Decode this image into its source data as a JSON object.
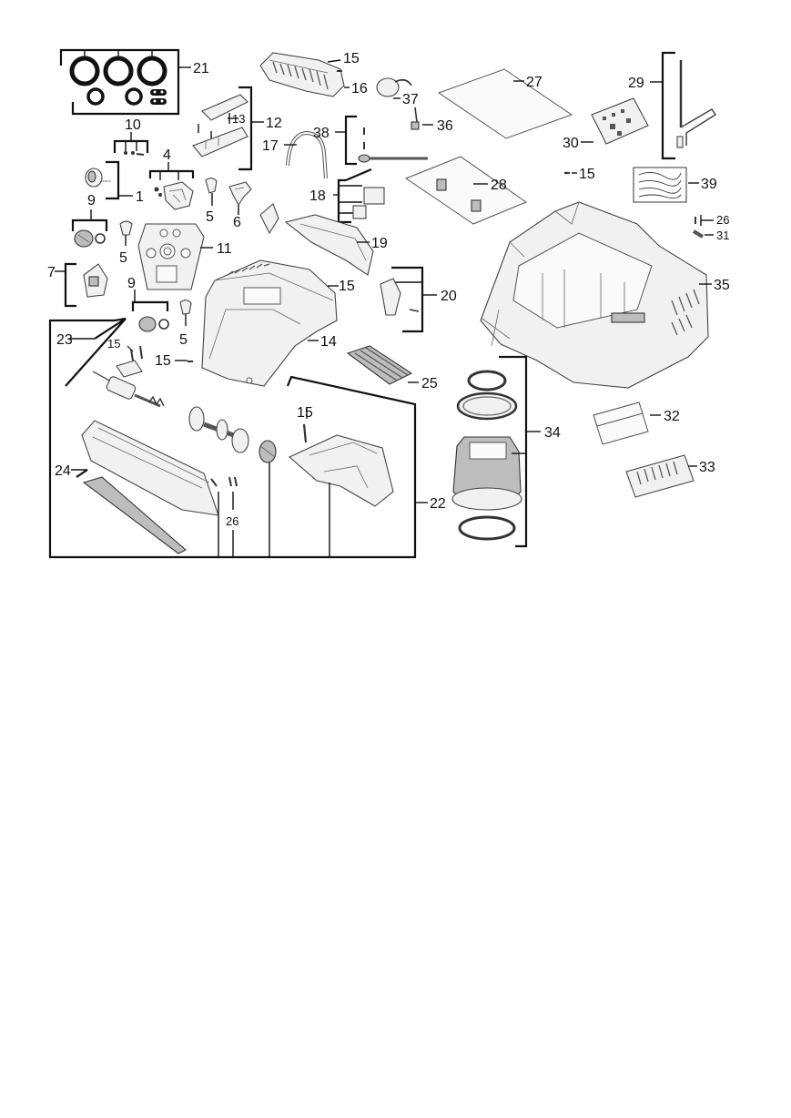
{
  "labels": {
    "l1": "1",
    "l4": "4",
    "l5a": "5",
    "l5b": "5",
    "l5c": "5",
    "l6": "6",
    "l7": "7",
    "l9a": "9",
    "l9b": "9",
    "l10": "10",
    "l11": "11",
    "l12": "12",
    "l13": "13",
    "l14": "14",
    "l15a": "15",
    "l15b": "15",
    "l15c": "15",
    "l15d": "15",
    "l15e": "15",
    "l15f": "15",
    "l16": "16",
    "l17": "17",
    "l18": "18",
    "l19": "19",
    "l20": "20",
    "l21": "21",
    "l22": "22",
    "l23": "23",
    "l24": "24",
    "l25": "25",
    "l26a": "26",
    "l26b": "26",
    "l27": "27",
    "l28": "28",
    "l29": "29",
    "l30": "30",
    "l31": "31",
    "l32": "32",
    "l33": "33",
    "l34": "34",
    "l35": "35",
    "l36": "36",
    "l37": "37",
    "l38": "38",
    "l39": "39"
  }
}
